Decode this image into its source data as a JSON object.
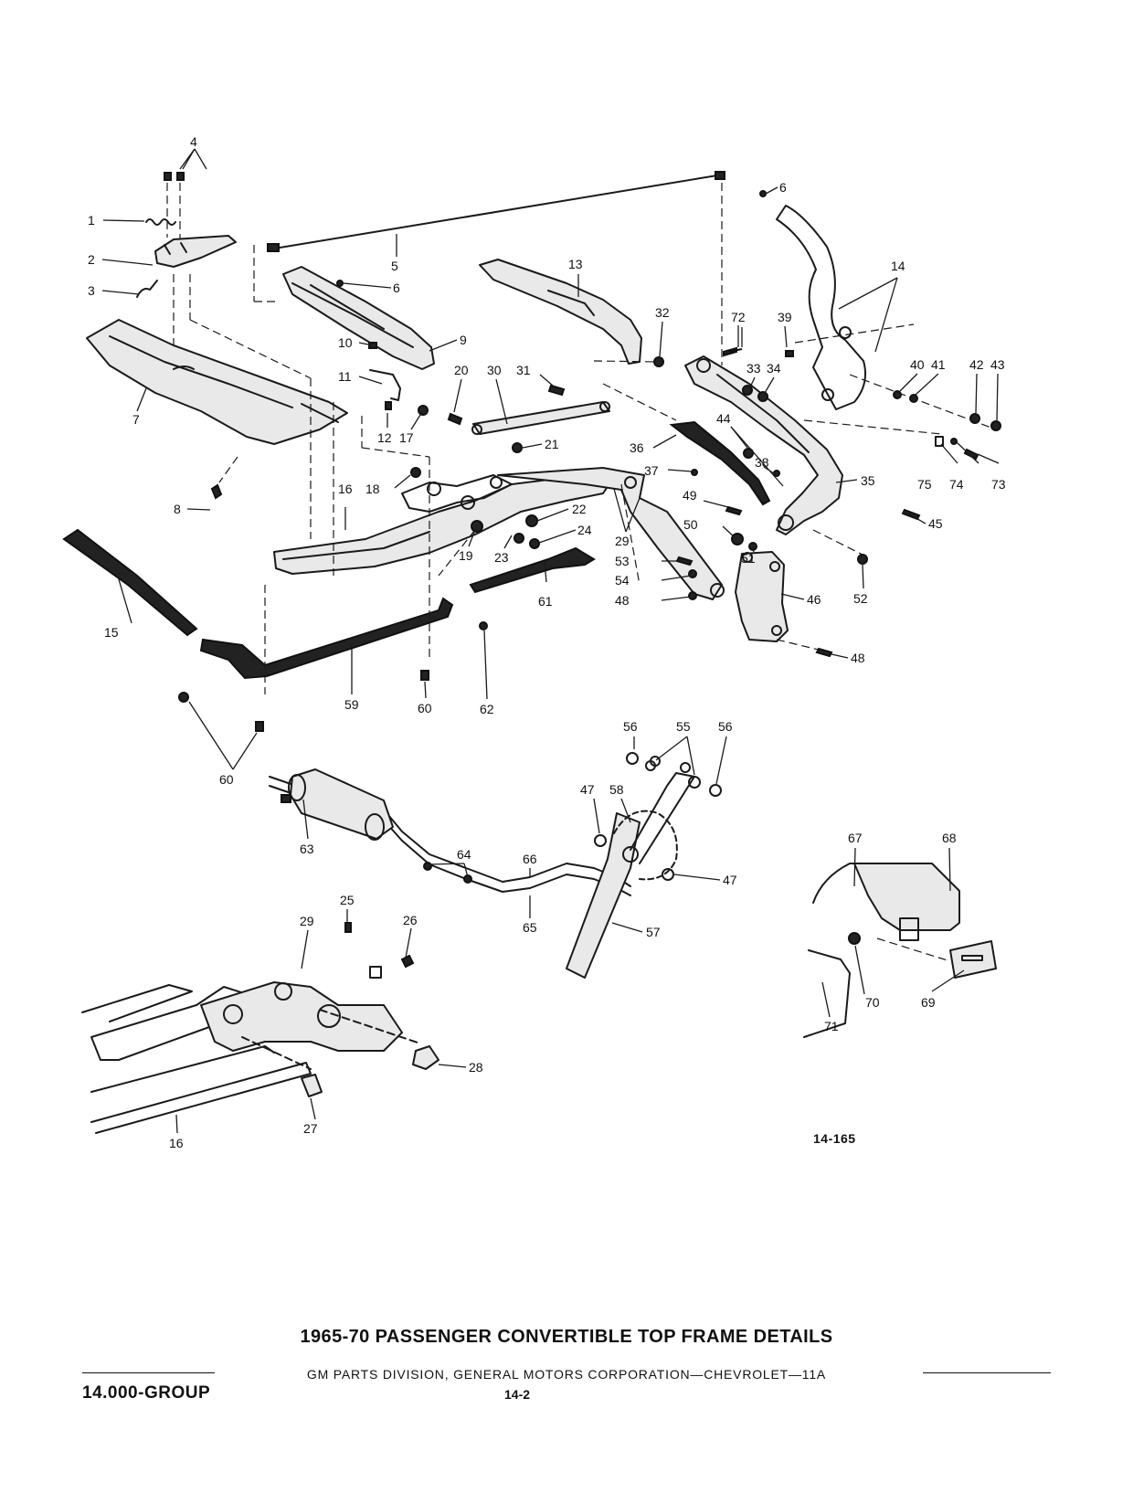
{
  "figure_number": "14-165",
  "title": "1965-70 PASSENGER CONVERTIBLE TOP FRAME DETAILS",
  "footer": "GM PARTS DIVISION, GENERAL MOTORS CORPORATION—CHEVROLET—11A",
  "group": "14.000-GROUP",
  "page": "14-2",
  "callouts": [
    "1",
    "2",
    "3",
    "4",
    "5",
    "6",
    "6",
    "7",
    "8",
    "9",
    "10",
    "11",
    "12",
    "13",
    "14",
    "15",
    "16",
    "16",
    "17",
    "18",
    "19",
    "20",
    "21",
    "22",
    "23",
    "24",
    "25",
    "26",
    "27",
    "28",
    "29",
    "29",
    "30",
    "31",
    "32",
    "33",
    "34",
    "35",
    "36",
    "37",
    "38",
    "39",
    "40",
    "41",
    "42",
    "43",
    "44",
    "45",
    "46",
    "47",
    "47",
    "48",
    "48",
    "49",
    "50",
    "51",
    "52",
    "53",
    "54",
    "55",
    "56",
    "56",
    "57",
    "58",
    "59",
    "60",
    "60",
    "61",
    "62",
    "63",
    "64",
    "65",
    "66",
    "67",
    "68",
    "69",
    "70",
    "71",
    "72",
    "73",
    "74",
    "75"
  ]
}
